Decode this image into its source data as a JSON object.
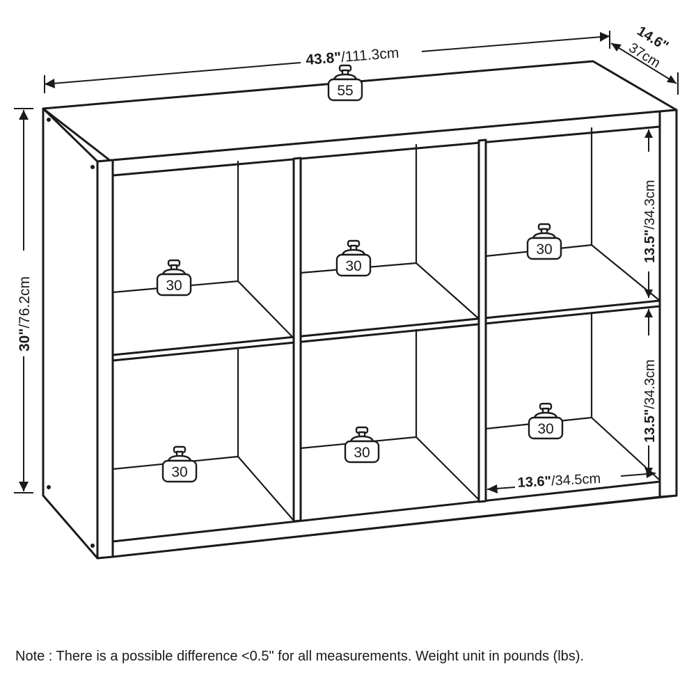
{
  "dimensions": {
    "width": {
      "imperial": "43.8\"",
      "metric": "/111.3cm"
    },
    "depth": {
      "imperial": "14.6\"",
      "metric": "37cm"
    },
    "height": {
      "imperial": "30\"",
      "metric": "/76.2cm"
    },
    "upper_cube_height": {
      "imperial": "13.5\"",
      "metric": "/34.3cm"
    },
    "lower_cube_height": {
      "imperial": "13.5\"",
      "metric": "/34.3cm"
    },
    "cube_width": {
      "imperial": "13.6\"",
      "metric": "/34.5cm"
    }
  },
  "weights": {
    "top": "55",
    "cube_top_left": "30",
    "cube_top_middle": "30",
    "cube_top_right": "30",
    "cube_bottom_left": "30",
    "cube_bottom_middle": "30",
    "cube_bottom_right": "30"
  },
  "note": "Note : There is a possible difference <0.5\" for all measurements. Weight unit in pounds (lbs)."
}
